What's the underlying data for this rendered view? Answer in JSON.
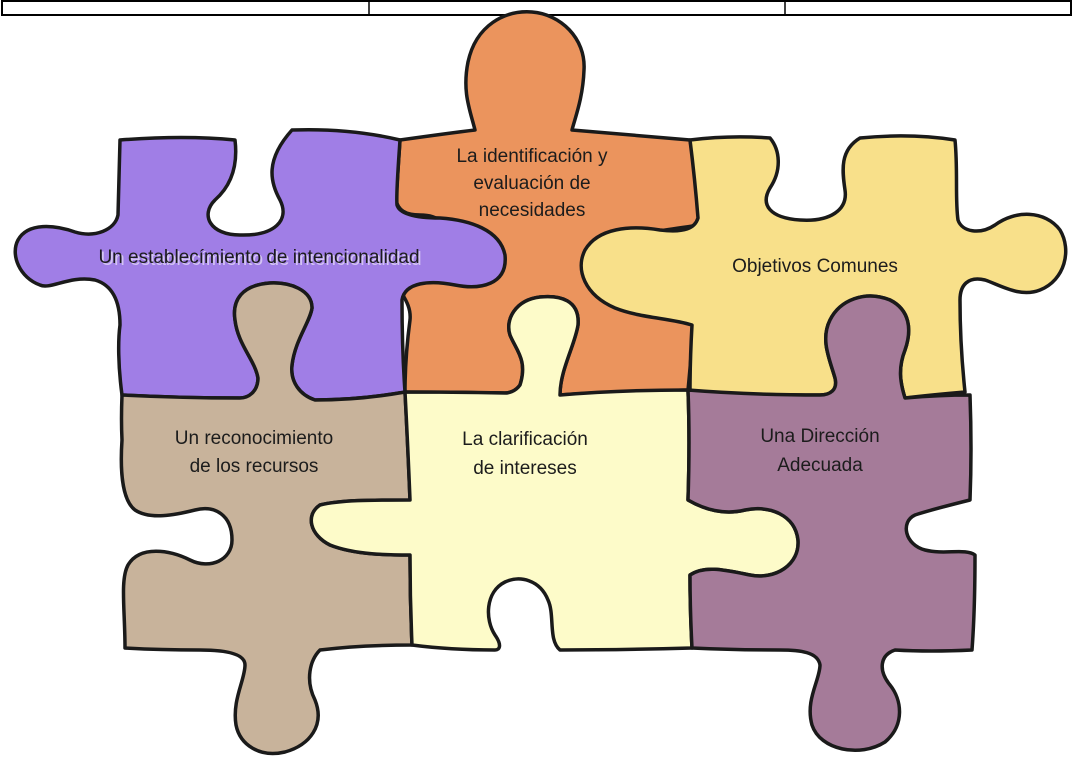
{
  "pieces": {
    "purple": {
      "line1": "Un establecímiento de intencionalidad",
      "color": "#a07ee6"
    },
    "orange": {
      "line1": "La identificación y",
      "line2": "evaluación de",
      "line3": "necesidades",
      "color": "#eb945d"
    },
    "yellow": {
      "line1": "Objetivos Comunes",
      "color": "#f8e08a"
    },
    "tan": {
      "line1": "Un reconocimiento",
      "line2": "de los recursos",
      "color": "#c8b39b"
    },
    "cream": {
      "line1": "La clarificación",
      "line2": "de intereses",
      "color": "#fdfbc9"
    },
    "plum": {
      "line1": "Una Dirección",
      "line2": "Adecuada",
      "color": "#a57b99"
    }
  },
  "colors": {
    "outline": "#1a1a1a",
    "background": "#ffffff"
  }
}
